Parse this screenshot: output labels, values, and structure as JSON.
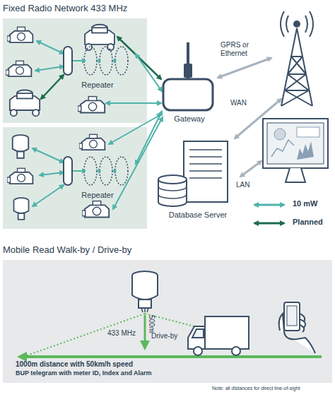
{
  "diagram": {
    "title": "Fixed Radio Network 433 MHz",
    "nodes": [
      {
        "text": [
          "Repeater"
        ]
      },
      {
        "text": [
          "Repeater"
        ]
      },
      {
        "text": [
          "Gateway"
        ]
      },
      {
        "text": [
          "Database Server"
        ]
      }
    ],
    "edges": [
      {
        "from": 0,
        "to": 2,
        "arrow": "both"
      },
      {
        "from": 1,
        "to": 2,
        "arrow": "both"
      }
    ],
    "labels": [
      "GPRS or Ethernet",
      "WAN",
      "LAN",
      "Mobile Read Walk-by / Drive-by",
      "500m",
      "433 MHz",
      "Drive-by",
      "1000m distance with 50km/h speed",
      "BUP telegram with meter ID, Index and Alarm",
      "Note: all distances for direct line-of-sight"
    ],
    "legend": [
      {
        "text": "10 mW"
      },
      {
        "text": "Planned"
      }
    ]
  }
}
